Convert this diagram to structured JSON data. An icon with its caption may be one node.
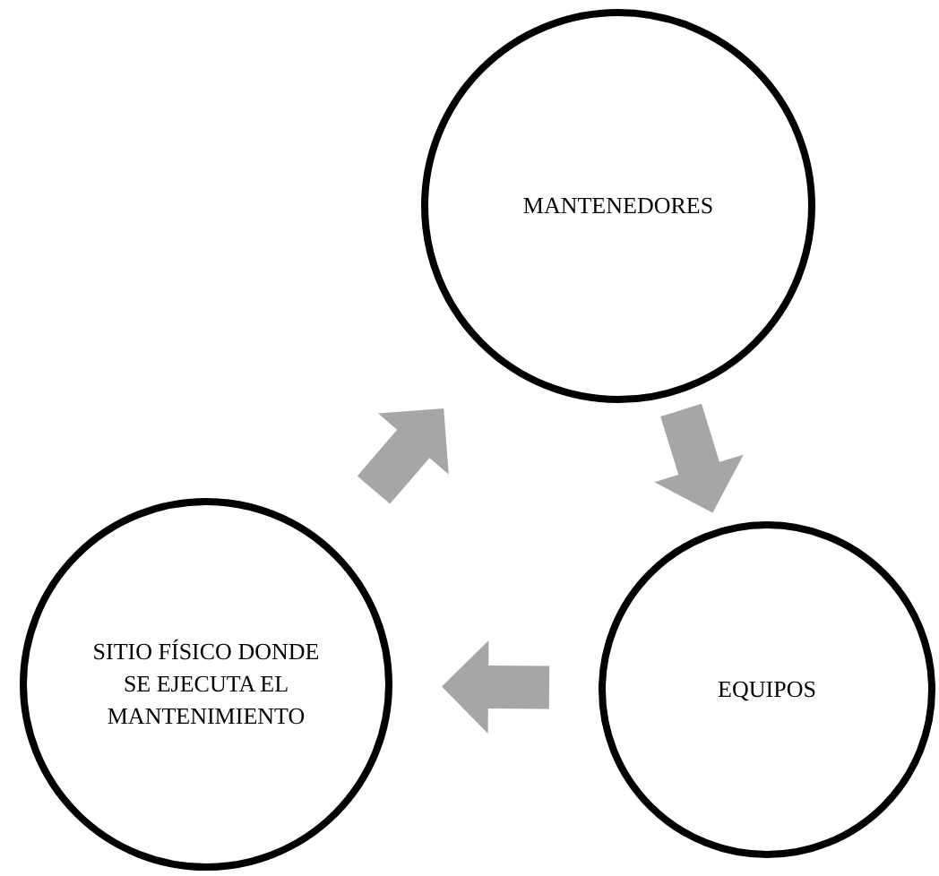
{
  "diagram": {
    "nodes": [
      {
        "text": [
          "MANTENEDORES"
        ]
      },
      {
        "text": [
          "EQUIPOS"
        ]
      },
      {
        "text": [
          "SITIO FÍSICO DONDE SE EJECUTA EL MANTENIMIENTO"
        ]
      }
    ],
    "edges": [
      {
        "from": 0,
        "to": 1,
        "arrow": "to"
      },
      {
        "from": 1,
        "to": 2,
        "arrow": "to"
      },
      {
        "from": 2,
        "to": 0,
        "arrow": "to"
      }
    ]
  }
}
